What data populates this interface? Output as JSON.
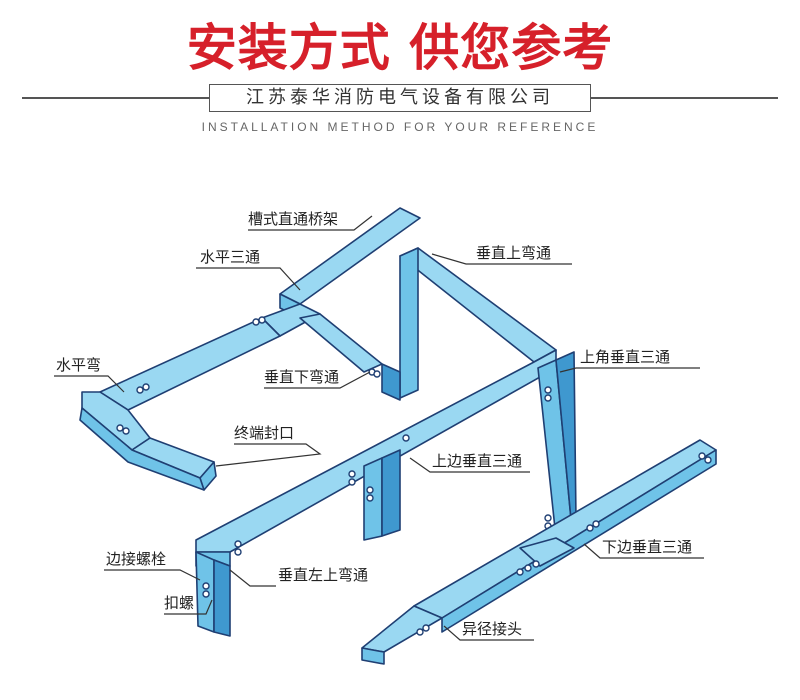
{
  "header": {
    "title": "安装方式 供您参考",
    "company": "江苏泰华消防电气设备有限公司",
    "subtitle": "INSTALLATION METHOD FOR YOUR REFERENCE"
  },
  "labels": {
    "straight_tray": "槽式直通桥架",
    "horizontal_tee": "水平三通",
    "vertical_up_bend": "垂直上弯通",
    "horizontal_bend": "水平弯",
    "vertical_down_bend": "垂直下弯通",
    "upper_corner_tee": "上角垂直三通",
    "end_cap": "终端封口",
    "upper_side_tee": "上边垂直三通",
    "edge_bolt": "边接螺栓",
    "vertical_left_up_bend": "垂直左上弯通",
    "lower_side_tee": "下边垂直三通",
    "buckle_screw": "扣螺",
    "reducer": "异径接头"
  },
  "colors": {
    "title": "#d6202a",
    "tray_fill": "#6fc3e8",
    "tray_outline": "#1f3f73"
  }
}
